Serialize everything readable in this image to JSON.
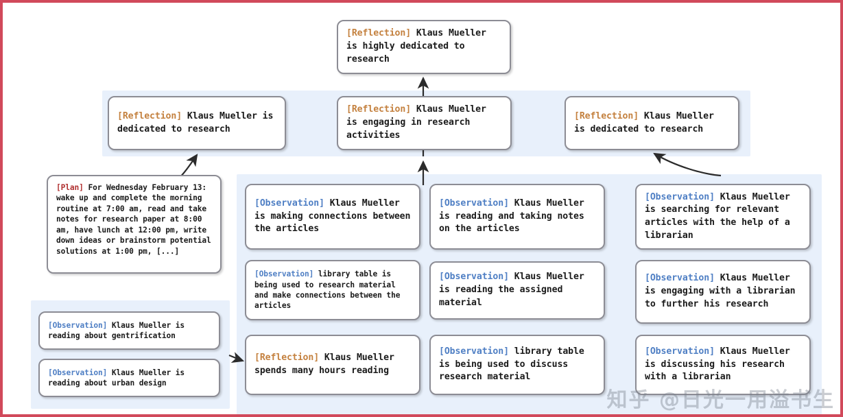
{
  "colors": {
    "border_frame": "#d1495b",
    "panel_background": "#e8f0fb",
    "node_border": "#8c8c94",
    "node_background": "#ffffff",
    "tag_reflection": "#c4813f",
    "tag_observation": "#4f7fc4",
    "tag_plan": "#b03030",
    "arrow": "#2b2b2b",
    "text": "#1a1a1a"
  },
  "tags": {
    "reflection": "[Reflection]",
    "observation": "[Observation]",
    "plan": "[Plan]"
  },
  "nodes": {
    "top_reflection": {
      "tag": "[Reflection]",
      "text": " Klaus Mueller is highly dedicated to research"
    },
    "reflection_row": [
      {
        "tag": "[Reflection]",
        "text": " Klaus Mueller is dedicated to research"
      },
      {
        "tag": "[Reflection]",
        "text": " Klaus Mueller is engaging in research activities"
      },
      {
        "tag": "[Reflection]",
        "text": " Klaus Mueller is dedicated to research"
      }
    ],
    "plan_box": {
      "tag": "[Plan]",
      "text": " For Wednesday February 13: wake up and complete the morning routine at 7:00 am, read and take notes for research paper at 8:00 am, have lunch at 12:00 pm, write down ideas or brainstorm potential solutions at 1:00 pm, [...]"
    },
    "left_observations": [
      {
        "tag": "[Observation]",
        "text": " Klaus Mueller is reading about gentrification"
      },
      {
        "tag": "[Observation]",
        "text": " Klaus Mueller is reading about urban design"
      }
    ],
    "column_1": [
      {
        "tag": "[Observation]",
        "text": " Klaus Mueller is making connections between the articles"
      },
      {
        "tag": "[Observation]",
        "text": " library table is being used to research material and make connections between the articles"
      },
      {
        "tag": "[Reflection]",
        "text": " Klaus Mueller spends many hours reading"
      }
    ],
    "column_2": [
      {
        "tag": "[Observation]",
        "text": " Klaus Mueller is reading and taking notes on the articles"
      },
      {
        "tag": "[Observation]",
        "text": " Klaus Mueller is reading the assigned material"
      },
      {
        "tag": "[Observation]",
        "text": " library table is being used to discuss research material"
      }
    ],
    "column_3": [
      {
        "tag": "[Observation]",
        "text": " Klaus Mueller is searching for relevant articles with the help of a librarian"
      },
      {
        "tag": "[Observation]",
        "text": " Klaus Mueller is engaging with a librarian to further his research"
      },
      {
        "tag": "[Observation]",
        "text": " Klaus Mueller is discussing his research with a librarian"
      }
    ]
  },
  "watermark": {
    "text": "知乎 @日光一用溢书生"
  }
}
